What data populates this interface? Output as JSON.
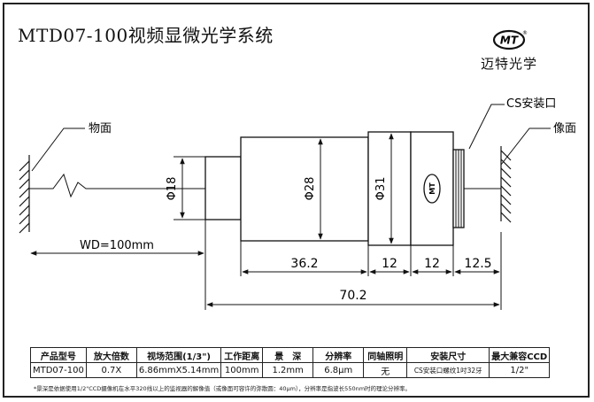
{
  "title": "MTD07-100视频显微光学系统",
  "brand": {
    "logo_text": "MT",
    "logo_mark": "®",
    "name": "迈特光学"
  },
  "labels": {
    "object_plane": "物面",
    "image_plane": "像面",
    "cs_mount": "CS安装口",
    "wd": "WD=100mm",
    "lens_mark": "MT"
  },
  "dimensions": {
    "d18": "Φ18",
    "d28": "Φ28",
    "d31": "Φ31",
    "seg1": "36.2",
    "seg2": "12",
    "seg3": "12",
    "seg4": "12.5",
    "total": "70.2"
  },
  "spec_table": {
    "headers": [
      "产品型号",
      "放大倍数",
      "视场范围(1/3\")",
      "工作距离",
      "景　深",
      "分辨率",
      "同轴照明",
      "安装尺寸",
      "最大兼容CCD"
    ],
    "row": [
      "MTD07-100",
      "0.7X",
      "6.86mmX5.14mm",
      "100mm",
      "1.2mm",
      "6.8μm",
      "无",
      "CS安装口螺纹1吋32牙",
      "1/2\""
    ]
  },
  "footnote": "*景深是依据使用1/2\"CCD摄像机在水平320线以上的监视器的解像值（或像面可容许的弥散圆：40μm），分辨率是指波长550nm时的理论分辨率。"
}
